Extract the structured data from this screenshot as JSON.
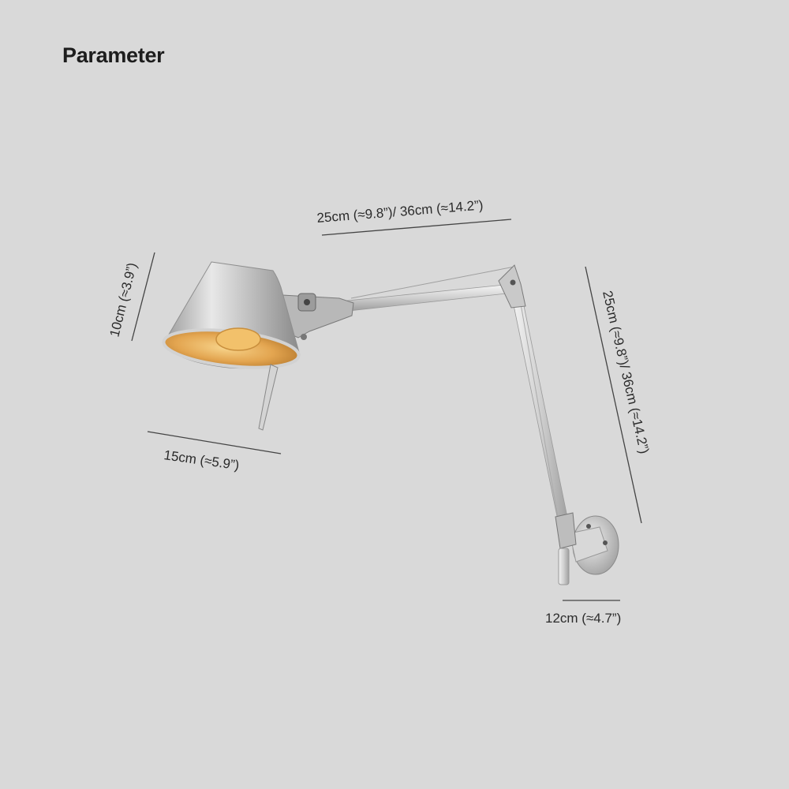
{
  "title": "Parameter",
  "dimensions": {
    "arm_top": "25cm (≈9.8”)/ 36cm (≈14.2”)",
    "arm_vertical": "25cm (≈9.8”)/ 36cm (≈14.2”)",
    "shade_height": "10cm (≈3.9”)",
    "shade_width": "15cm (≈5.9”)",
    "base_width": "12cm (≈4.7”)"
  },
  "colors": {
    "background": "#d9d9d9",
    "metal": "#c8c8c8",
    "shade_inner": "#e0a85a",
    "dimension_line": "#444444"
  }
}
